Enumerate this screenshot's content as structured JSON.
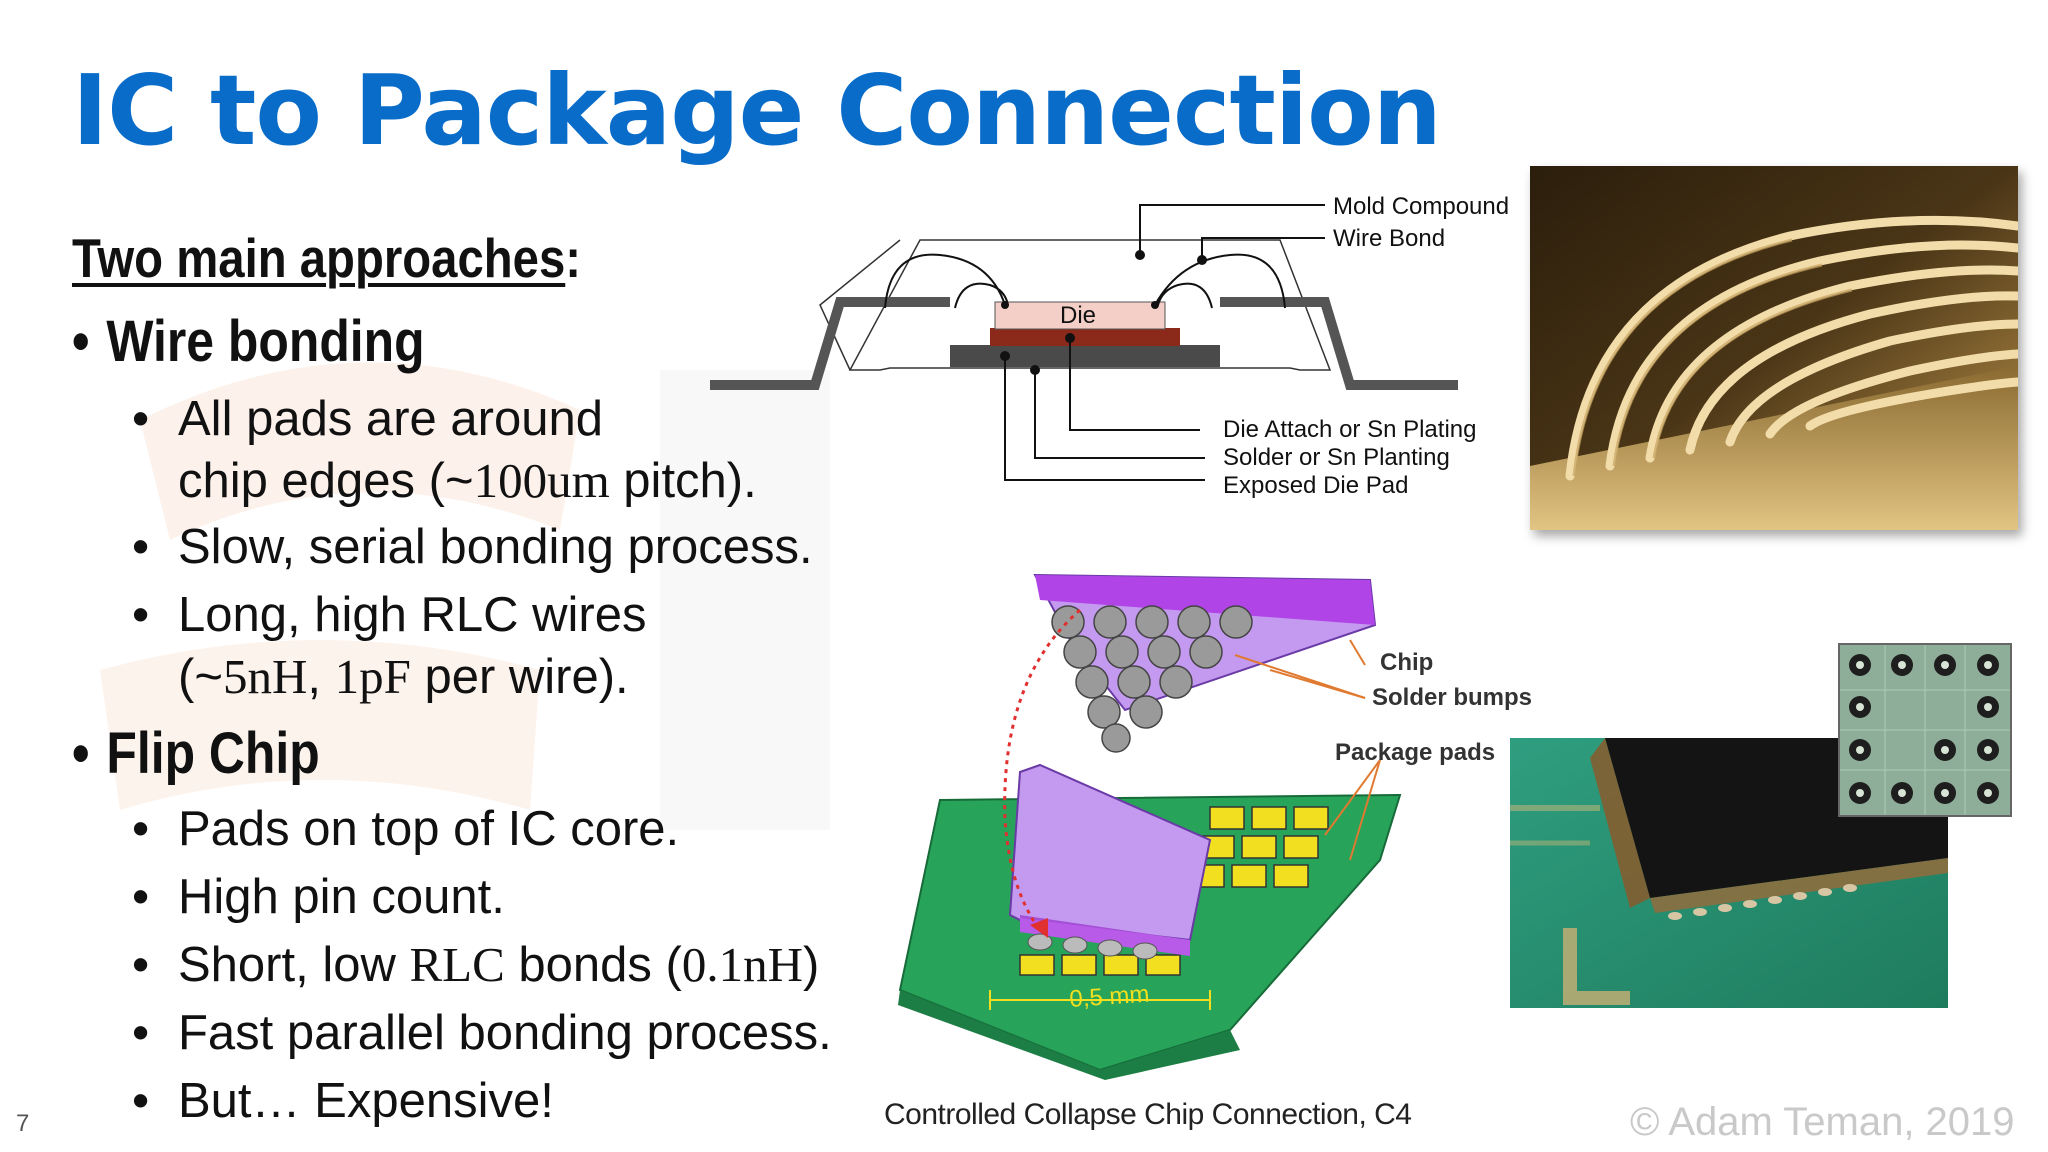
{
  "slide": {
    "title": "IC to Package Connection",
    "heading": "Two main approaches",
    "heading_suffix": ":",
    "wire_bonding": {
      "label": "Wire bonding",
      "items": [
        {
          "a": "All pads are around",
          "b": "chip edges (~",
          "c": "100um",
          "d": " pitch)."
        },
        {
          "text": "Slow, serial bonding process."
        },
        {
          "a": "Long, high RLC wires",
          "b": "(~",
          "c": "5nH",
          "d": ", ",
          "e": "1pF",
          "f": " per wire)."
        }
      ]
    },
    "flip_chip": {
      "label": "Flip Chip",
      "items": [
        {
          "text": "Pads on top of IC core."
        },
        {
          "text": "High pin count."
        },
        {
          "a": "Short, low ",
          "b": "RLC",
          "c": " bonds (",
          "d": "0.1nH",
          "e": ")"
        },
        {
          "text": "Fast parallel bonding process."
        },
        {
          "text": "But… Expensive!"
        }
      ]
    },
    "bullet": "•",
    "page_number": "7",
    "copyright": "© Adam Teman, 2019"
  },
  "wire_bond_diagram": {
    "die": "Die",
    "mold_compound": "Mold Compound",
    "wire_bond": "Wire Bond",
    "die_attach": "Die Attach or Sn Plating",
    "solder": "Solder or Sn Planting",
    "exposed_pad": "Exposed Die Pad"
  },
  "flip_chip_diagram": {
    "chip": "Chip",
    "solder_bumps": "Solder bumps",
    "package_pads": "Package pads",
    "pitch": "0,5 mm",
    "caption": "Controlled Collapse Chip Connection, C4"
  },
  "colors": {
    "title": "#0a6cc9",
    "flip_chip_purple": "#c49af0",
    "board_green": "#27a35a",
    "pad_yellow": "#f2e020"
  }
}
